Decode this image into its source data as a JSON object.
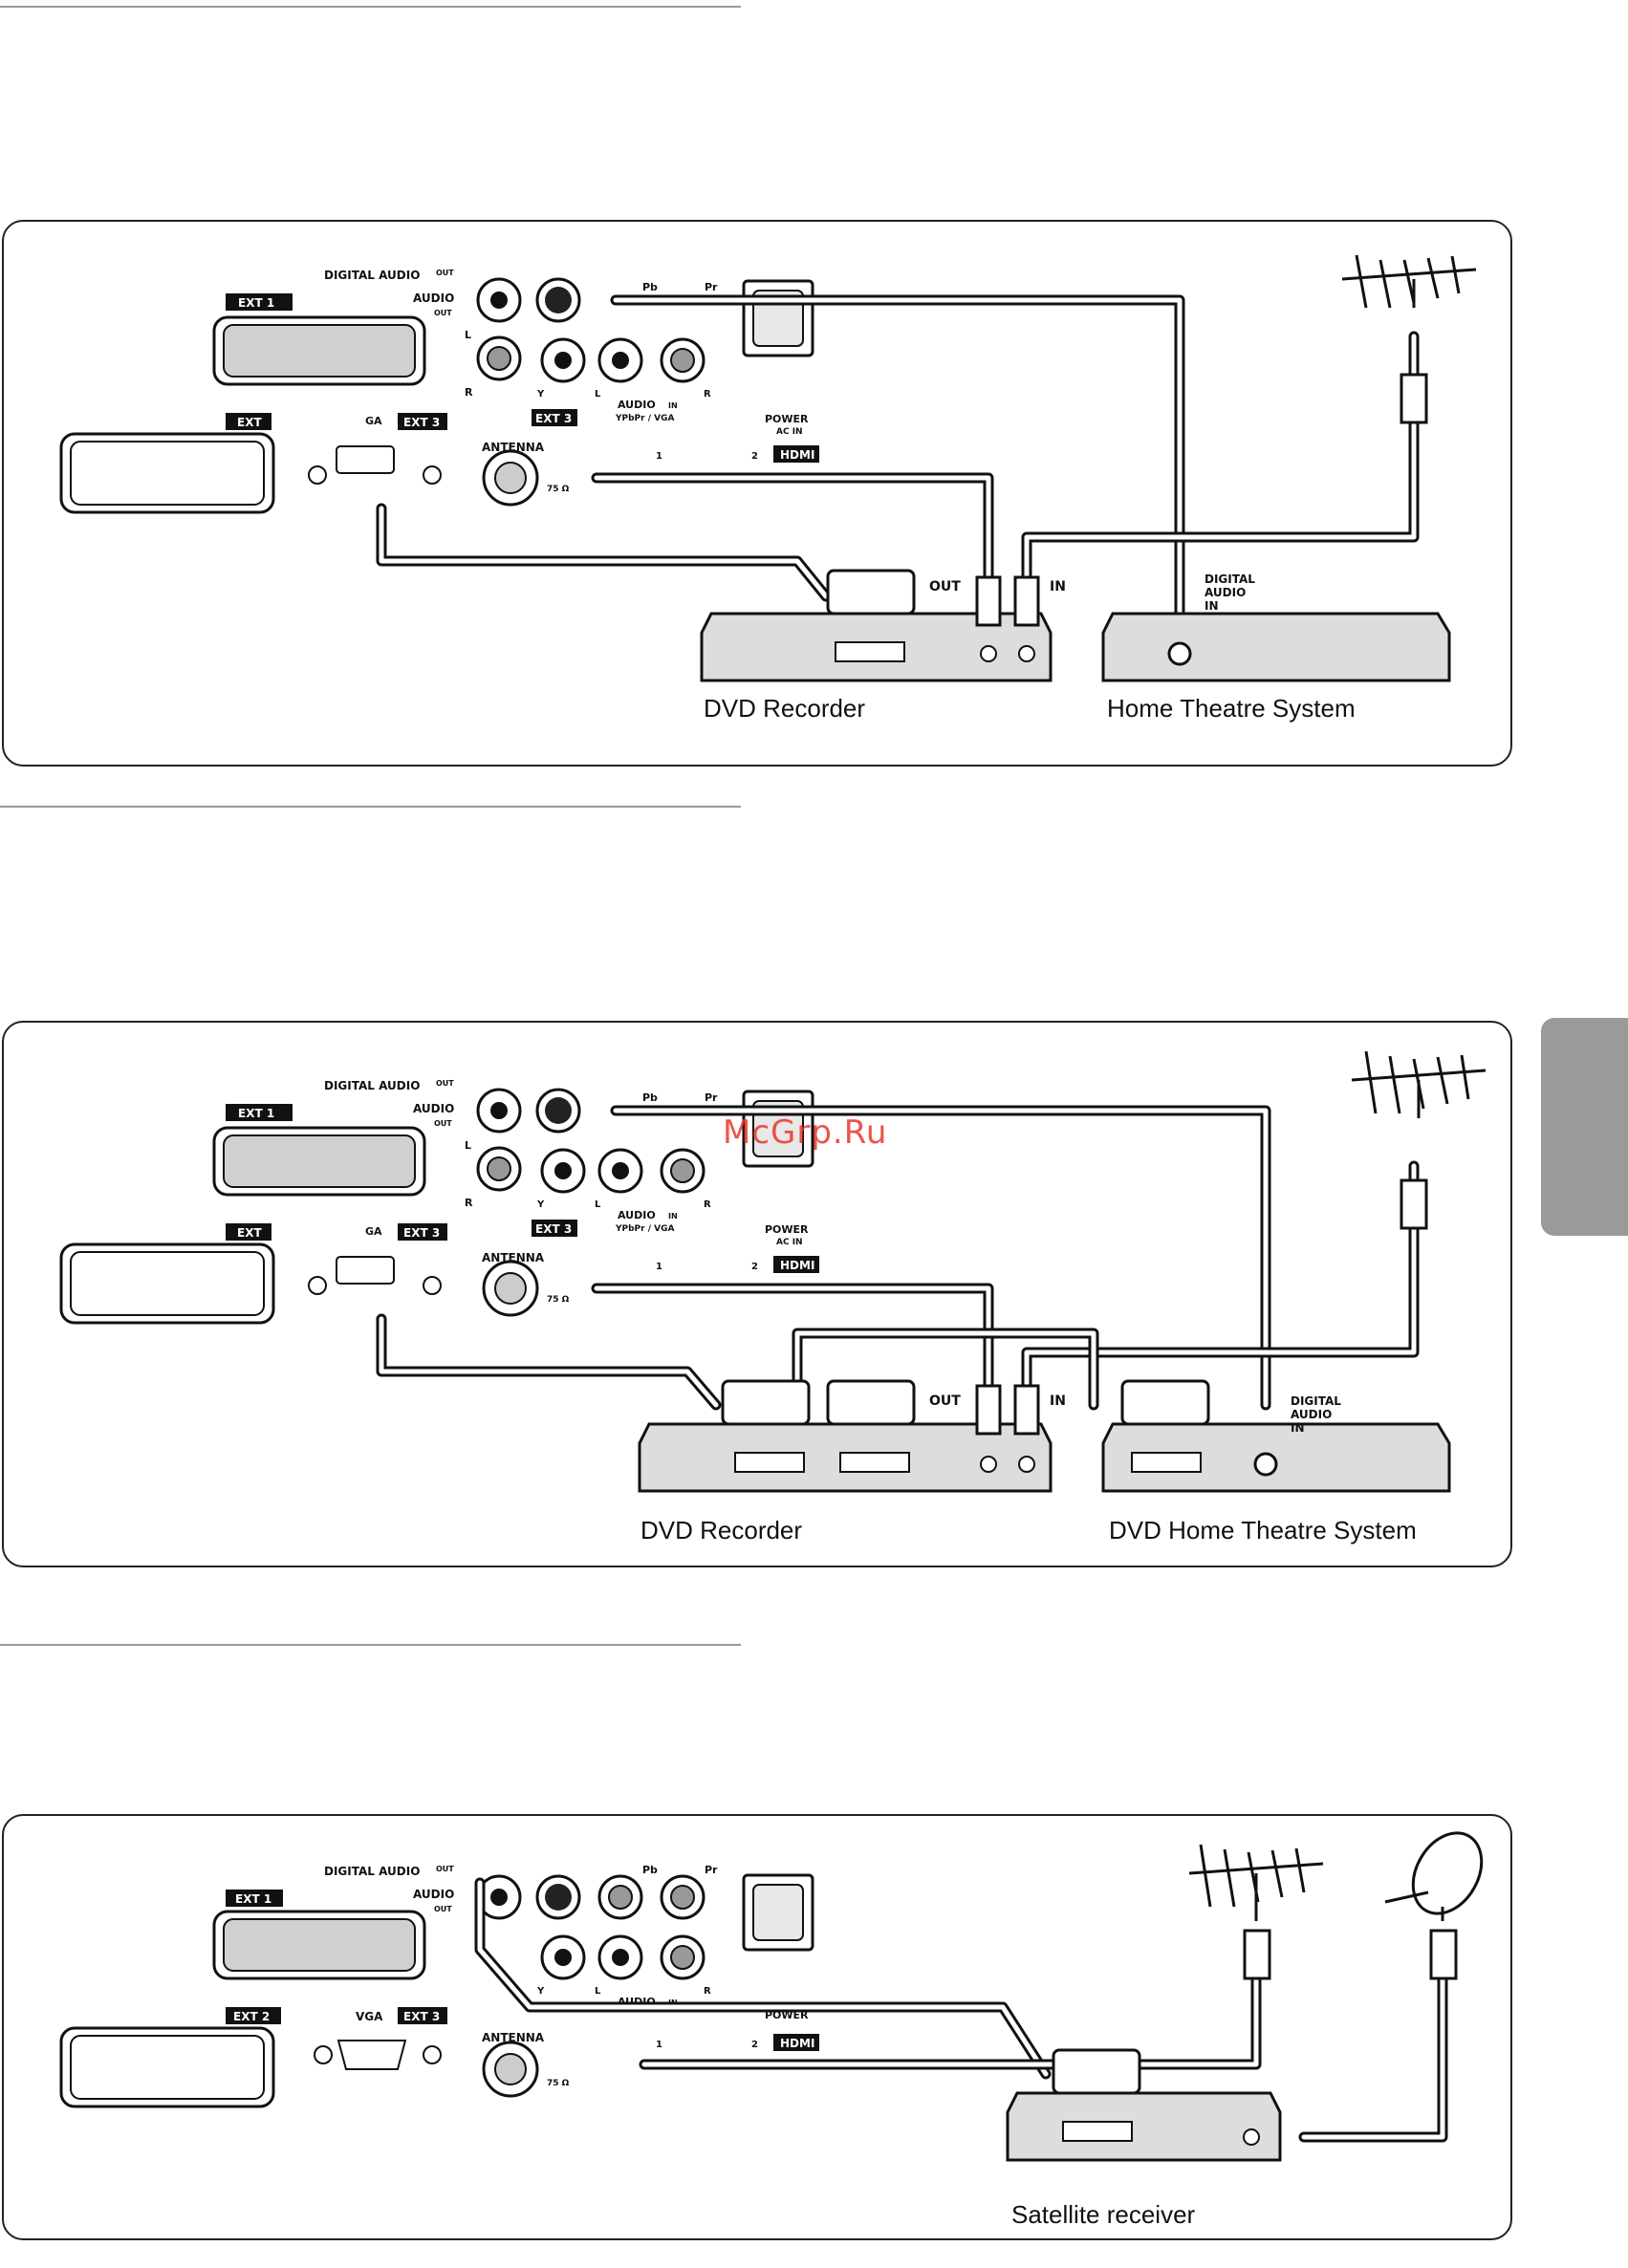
{
  "panel1": {
    "devices": [
      "DVD Recorder",
      "Home Theatre System"
    ],
    "tv_labels": {
      "digital_audio": "DIGITAL AUDIO",
      "out": "OUT",
      "ext1": "EXT 1",
      "ext2": "EXT",
      "ext3": "EXT 3",
      "audio": "AUDIO",
      "audio_out": "OUT",
      "l": "L",
      "r": "R",
      "pb": "Pb",
      "pr": "Pr",
      "y": "Y",
      "audio_in": "AUDIO",
      "in": "IN",
      "ypbpr": "YPbPr / VGA",
      "vga": "GA",
      "antenna": "ANTENNA",
      "ohm": "75 Ω",
      "hdmi": "HDMI",
      "hdmi1": "1",
      "hdmi2": "2",
      "power": "POWER",
      "acin": "AC IN"
    },
    "rec_out": "OUT",
    "rec_in": "IN",
    "digital_audio_in": [
      "DIGITAL",
      "AUDIO",
      "IN"
    ]
  },
  "panel2": {
    "devices": [
      "DVD Recorder",
      "DVD Home Theatre System"
    ],
    "tv_labels": {
      "digital_audio": "DIGITAL AUDIO",
      "out": "OUT",
      "ext1": "EXT 1",
      "ext2": "EXT",
      "ext3": "EXT 3",
      "audio": "AUDIO",
      "audio_out": "OUT",
      "l": "L",
      "r": "R",
      "pb": "Pb",
      "pr": "Pr",
      "y": "Y",
      "audio_in": "AUDIO",
      "in": "IN",
      "ypbpr": "YPbPr / VGA",
      "vga": "GA",
      "antenna": "ANTENNA",
      "ohm": "75 Ω",
      "hdmi": "HDMI",
      "hdmi1": "1",
      "hdmi2": "2",
      "power": "POWER",
      "acin": "AC IN"
    },
    "rec_out": "OUT",
    "rec_in": "IN",
    "digital_audio_in": [
      "DIGITAL",
      "AUDIO",
      "IN"
    ]
  },
  "panel3": {
    "devices": [
      "Satellite receiver"
    ],
    "tv_labels": {
      "digital_audio": "DIGITAL AUDIO",
      "out": "OUT",
      "ext1": "EXT 1",
      "ext2": "EXT 2",
      "ext3": "EXT 3",
      "audio": "AUDIO",
      "audio_out": "OUT",
      "l": "L",
      "r": "R",
      "pb": "Pb",
      "pr": "Pr",
      "y": "Y",
      "audio_in": "AUDIO",
      "in": "IN",
      "vga": "VGA",
      "antenna": "ANTENNA",
      "ohm": "75 Ω",
      "hdmi": "HDMI",
      "hdmi1": "1",
      "hdmi2": "2",
      "power": "POWER"
    }
  },
  "watermark": "McGrp.Ru",
  "colors": {
    "line": "#111111",
    "tab": "#9a9a9a",
    "watermark": "#e8382c"
  }
}
